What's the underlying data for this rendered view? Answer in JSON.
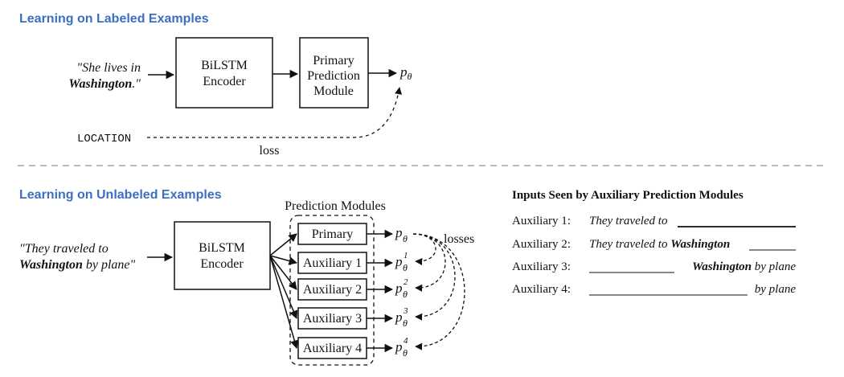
{
  "labeled": {
    "title": "Learning on Labeled Examples",
    "sentence_line1": "\"She lives in",
    "sentence_bold": "Washington",
    "sentence_end": ".\"",
    "encoder_line1": "BiLSTM",
    "encoder_line2": "Encoder",
    "module_line1": "Primary",
    "module_line2": "Prediction",
    "module_line3": "Module",
    "output_symbol": "p",
    "output_sub": "θ",
    "label": "LOCATION",
    "loss_label": "loss"
  },
  "unlabeled": {
    "title": "Learning on Unlabeled Examples",
    "sentence_line1": "\"They traveled to",
    "sentence_bold": "Washington",
    "sentence_end": " by plane\"",
    "encoder_line1": "BiLSTM",
    "encoder_line2": "Encoder",
    "group_label": "Prediction Modules",
    "losses_label": "losses",
    "modules": [
      "Primary",
      "Auxiliary 1",
      "Auxiliary 2",
      "Auxiliary 3",
      "Auxiliary 4"
    ],
    "outputs": [
      {
        "base": "p",
        "sub": "θ",
        "sup": ""
      },
      {
        "base": "p",
        "sub": "θ",
        "sup": "1"
      },
      {
        "base": "p",
        "sub": "θ",
        "sup": "2"
      },
      {
        "base": "p",
        "sub": "θ",
        "sup": "3"
      },
      {
        "base": "p",
        "sub": "θ",
        "sup": "4"
      }
    ]
  },
  "aux_inputs": {
    "title": "Inputs Seen by Auxiliary Prediction Modules",
    "rows": [
      {
        "label": "Auxiliary 1:",
        "before": "They traveled to",
        "bold": "",
        "after": ""
      },
      {
        "label": "Auxiliary 2:",
        "before": "They traveled to ",
        "bold": "Washington",
        "after": ""
      },
      {
        "label": "Auxiliary 3:",
        "before": "",
        "bold": "Washington",
        "after": " by plane"
      },
      {
        "label": "Auxiliary 4:",
        "before": "",
        "bold": "",
        "after": "by plane"
      }
    ]
  },
  "colors": {
    "header": "#3b6fc4",
    "divider": "#a6a6a6",
    "ink": "#111111"
  }
}
